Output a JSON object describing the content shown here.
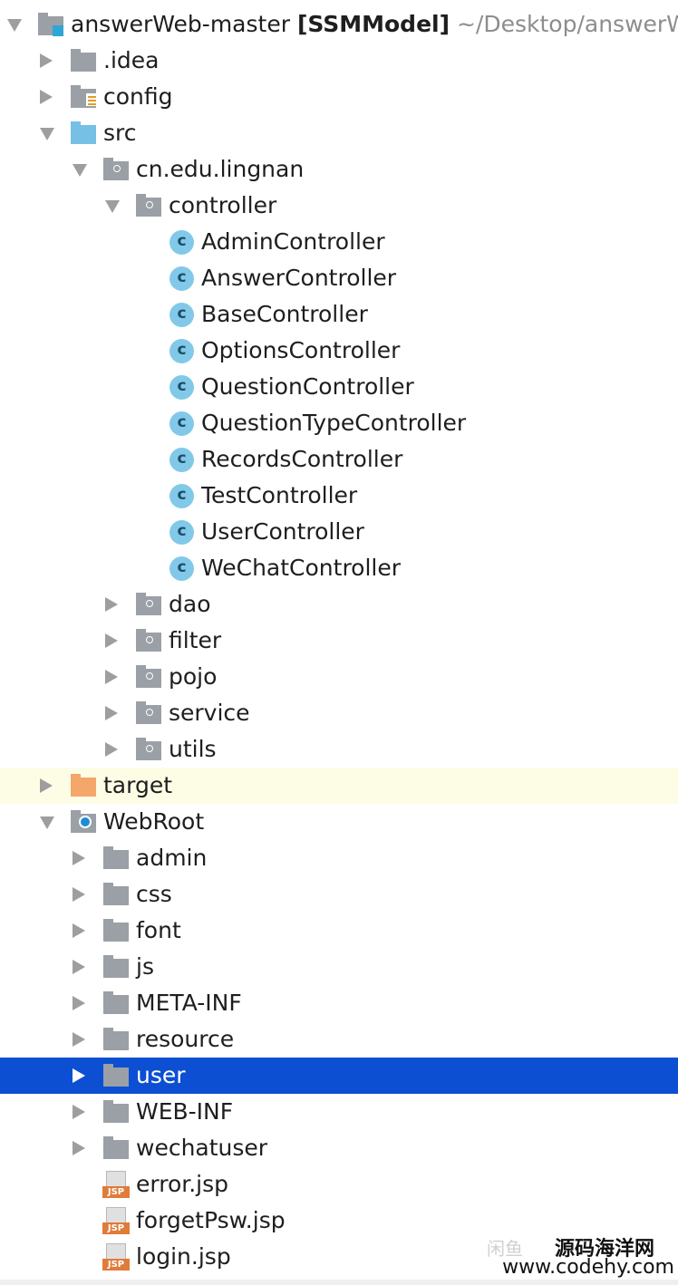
{
  "project_tree": {
    "root": {
      "name": "answerWeb-master",
      "module": "[SSMModel]",
      "path": "~/Desktop/answerW"
    },
    "nodes": [
      {
        "depth": 1,
        "arrow": "right",
        "icon": "folder",
        "label": ".idea"
      },
      {
        "depth": 1,
        "arrow": "right",
        "icon": "config-folder",
        "label": "config"
      },
      {
        "depth": 1,
        "arrow": "down",
        "icon": "source-folder",
        "label": "src"
      },
      {
        "depth": 2,
        "arrow": "down",
        "icon": "package",
        "label": "cn.edu.lingnan"
      },
      {
        "depth": 3,
        "arrow": "down",
        "icon": "package",
        "label": "controller"
      },
      {
        "depth": 4,
        "arrow": "none",
        "icon": "class",
        "label": "AdminController"
      },
      {
        "depth": 4,
        "arrow": "none",
        "icon": "class",
        "label": "AnswerController"
      },
      {
        "depth": 4,
        "arrow": "none",
        "icon": "class",
        "label": "BaseController"
      },
      {
        "depth": 4,
        "arrow": "none",
        "icon": "class",
        "label": "OptionsController"
      },
      {
        "depth": 4,
        "arrow": "none",
        "icon": "class",
        "label": "QuestionController"
      },
      {
        "depth": 4,
        "arrow": "none",
        "icon": "class",
        "label": "QuestionTypeController"
      },
      {
        "depth": 4,
        "arrow": "none",
        "icon": "class",
        "label": "RecordsController"
      },
      {
        "depth": 4,
        "arrow": "none",
        "icon": "class",
        "label": "TestController"
      },
      {
        "depth": 4,
        "arrow": "none",
        "icon": "class",
        "label": "UserController"
      },
      {
        "depth": 4,
        "arrow": "none",
        "icon": "class",
        "label": "WeChatController"
      },
      {
        "depth": 3,
        "arrow": "right",
        "icon": "package",
        "label": "dao"
      },
      {
        "depth": 3,
        "arrow": "right",
        "icon": "package",
        "label": "filter"
      },
      {
        "depth": 3,
        "arrow": "right",
        "icon": "package",
        "label": "pojo"
      },
      {
        "depth": 3,
        "arrow": "right",
        "icon": "package",
        "label": "service"
      },
      {
        "depth": 3,
        "arrow": "right",
        "icon": "package",
        "label": "utils"
      },
      {
        "depth": 1,
        "arrow": "right",
        "icon": "excluded-folder",
        "label": "target",
        "state": "highlighted"
      },
      {
        "depth": 1,
        "arrow": "down",
        "icon": "web-folder",
        "label": "WebRoot"
      },
      {
        "depth": 2,
        "arrow": "right",
        "icon": "folder",
        "label": "admin"
      },
      {
        "depth": 2,
        "arrow": "right",
        "icon": "folder",
        "label": "css"
      },
      {
        "depth": 2,
        "arrow": "right",
        "icon": "folder",
        "label": "font"
      },
      {
        "depth": 2,
        "arrow": "right",
        "icon": "folder",
        "label": "js"
      },
      {
        "depth": 2,
        "arrow": "right",
        "icon": "folder",
        "label": "META-INF"
      },
      {
        "depth": 2,
        "arrow": "right",
        "icon": "folder",
        "label": "resource"
      },
      {
        "depth": 2,
        "arrow": "right",
        "icon": "folder",
        "label": "user",
        "state": "selected"
      },
      {
        "depth": 2,
        "arrow": "right",
        "icon": "folder",
        "label": "WEB-INF"
      },
      {
        "depth": 2,
        "arrow": "right",
        "icon": "folder",
        "label": "wechatuser"
      },
      {
        "depth": 2,
        "arrow": "none",
        "icon": "jsp",
        "label": "error.jsp"
      },
      {
        "depth": 2,
        "arrow": "none",
        "icon": "jsp",
        "label": "forgetPsw.jsp"
      },
      {
        "depth": 2,
        "arrow": "none",
        "icon": "jsp",
        "label": "login.jsp"
      }
    ]
  },
  "icons": {
    "jsp_tag": "JSP"
  },
  "colors": {
    "selection": "#0c4fd2",
    "highlight_row": "#fdfde6",
    "class_icon": "#82c9e9",
    "source_folder": "#76bfe5",
    "excluded_folder": "#f5a66b",
    "tree_arrow": "#9e9e9e"
  },
  "watermark": {
    "line1": "源码海洋网",
    "line2": "www.codehy.com",
    "faded": "闲鱼"
  }
}
